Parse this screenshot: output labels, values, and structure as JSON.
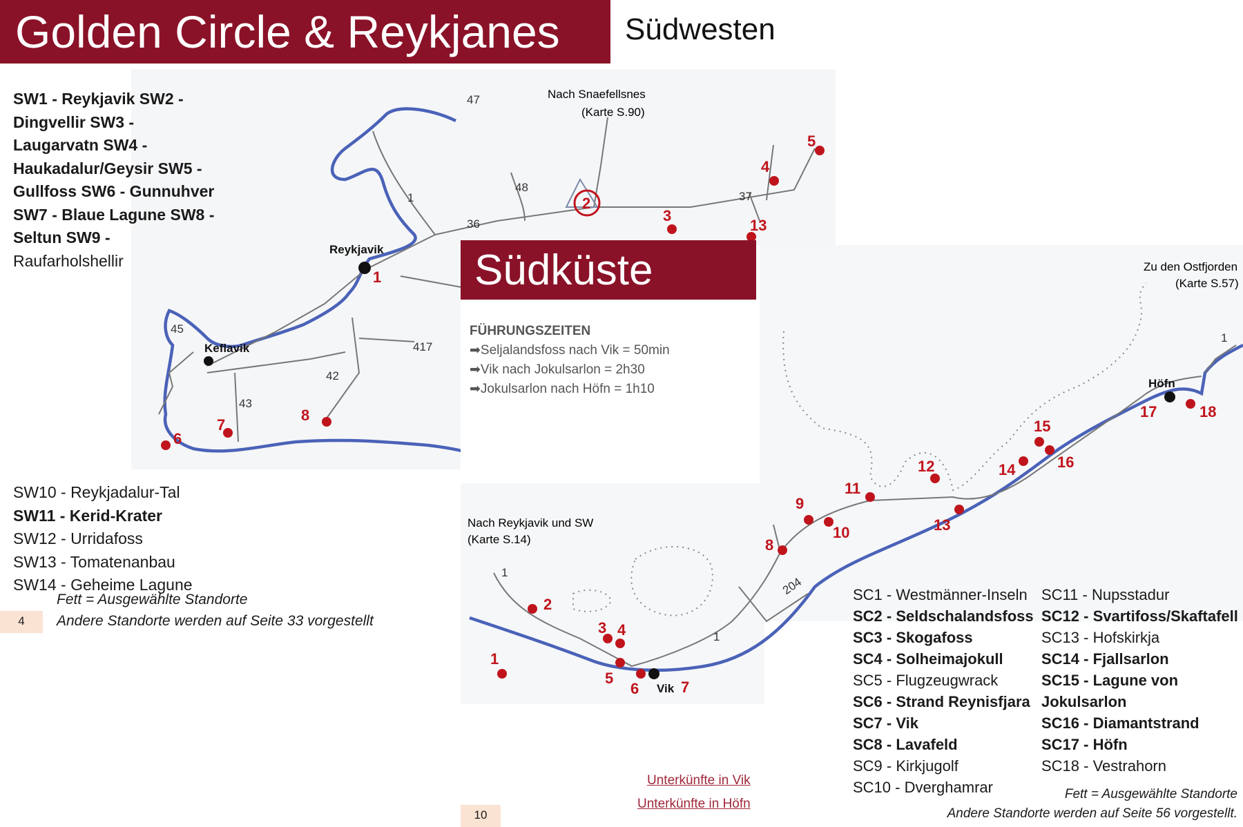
{
  "southwest": {
    "title": "Golden Circle & Reykjanes",
    "subtitle": "Südwesten",
    "list_a": [
      {
        "text": "SW1 - Reykjavik SW2 -",
        "bold": true
      },
      {
        "text": "Dingvellir SW3 -",
        "bold": true
      },
      {
        "text": "Laugarvatn SW4 -",
        "bold": true
      },
      {
        "text": "Haukadalur/Geysir SW5 -",
        "bold": true
      },
      {
        "text": "Gullfoss SW6 - Gunnuhver",
        "bold": true
      },
      {
        "text": "SW7 - Blaue Lagune SW8 -",
        "bold": true
      },
      {
        "text": "Seltun SW9 -",
        "bold": true
      },
      {
        "text": "Raufarholshellir",
        "bold": false
      }
    ],
    "list_b": [
      {
        "text": "SW10 - Reykjadalur-Tal",
        "bold": false
      },
      {
        "text": "SW11 - Kerid-Krater",
        "bold": true
      },
      {
        "text": "SW12 - Urridafoss",
        "bold": false
      },
      {
        "text": "SW13 - Tomatenanbau",
        "bold": false
      },
      {
        "text": "SW14 - Geheime Lagune",
        "bold": false
      }
    ],
    "note_bold": "Fett = Ausgewählte Standorte",
    "note_other": "Andere Standorte werden auf Seite 33 vorgestellt",
    "page": "4",
    "map": {
      "to_snaefellsnes": "Nach Snaefellsnes",
      "to_snaefellsnes_page": "(Karte S.90)",
      "towns": [
        "Reykjavik",
        "Keflavik"
      ],
      "roads": [
        "47",
        "48",
        "1",
        "36",
        "37",
        "45",
        "417",
        "42",
        "43"
      ],
      "pois": [
        "1",
        "2",
        "3",
        "4",
        "5",
        "6",
        "7",
        "8",
        "13"
      ]
    }
  },
  "southcoast": {
    "title": "Südküste",
    "times_heading": "FÜHRUNGSZEITEN",
    "times": [
      "Seljalandsfoss nach Vik = 50min",
      "Vik nach Jokulsarlon = 2h30",
      "Jokulsarlon nach Höfn = 1h10"
    ],
    "map": {
      "to_ostfjorden": "Zu den Ostfjorden",
      "to_ostfjorden_page": "(Karte S.57)",
      "to_reykjavik": "Nach Reykjavik und SW",
      "to_reykjavik_page": "(Karte S.14)",
      "towns": [
        "Vik",
        "Höfn"
      ],
      "roads": [
        "1",
        "204",
        "1",
        "1"
      ],
      "pois": [
        "1",
        "2",
        "3",
        "4",
        "5",
        "6",
        "7",
        "8",
        "9",
        "10",
        "11",
        "12",
        "13",
        "14",
        "15",
        "16",
        "17",
        "18"
      ]
    },
    "list_left": [
      {
        "text": "SC1 - Westmänner-Inseln",
        "bold": false
      },
      {
        "text": "SC2 - Seldschalandsfoss",
        "bold": true
      },
      {
        "text": "SC3 - Skogafoss",
        "bold": true
      },
      {
        "text": "SC4 - Solheimajokull",
        "bold": true
      },
      {
        "text": "SC5 - Flugzeugwrack",
        "bold": false
      },
      {
        "text": "SC6 - Strand Reynisfjara",
        "bold": true
      },
      {
        "text": "SC7 - Vik",
        "bold": true
      },
      {
        "text": "SC8 - Lavafeld",
        "bold": true
      },
      {
        "text": "SC9 - Kirkjugolf",
        "bold": false
      },
      {
        "text": "SC10 - Dverghamrar",
        "bold": false
      }
    ],
    "list_right": [
      {
        "text": "SC11 - Nupsstadur",
        "bold": false
      },
      {
        "text": "SC12 - Svartifoss/Skaftafell",
        "bold": true
      },
      {
        "text": "SC13 - Hofskirkja",
        "bold": false
      },
      {
        "text": "SC14 - Fjallsarlon",
        "bold": true
      },
      {
        "text": "SC15 - Lagune von",
        "bold": true
      },
      {
        "text": "Jokulsarlon",
        "bold": true
      },
      {
        "text": "SC16 - Diamantstrand",
        "bold": true
      },
      {
        "text": "SC17 - Höfn",
        "bold": true
      },
      {
        "text": "SC18 - Vestrahorn",
        "bold": false
      }
    ],
    "link_vik": "Unterkünfte in Vik",
    "link_hofn": "Unterkünfte in Höfn",
    "note_bold": "Fett = Ausgewählte Standorte",
    "note_other": "Andere Standorte werden auf Seite 56 vorgestellt.",
    "page": "10"
  },
  "colors": {
    "banner": "#8a1228",
    "poi": "#c0141c",
    "coast": "#4a62b8"
  }
}
